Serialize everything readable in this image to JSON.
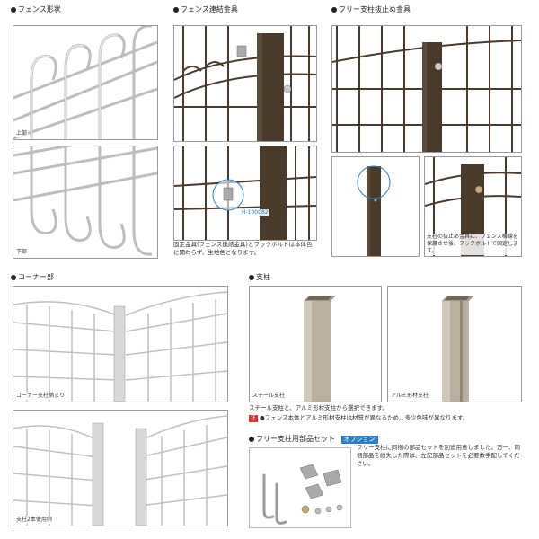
{
  "sections": {
    "fence_shape": {
      "title": "フェンス形状",
      "upper_label": "上部",
      "lower_label": "下部"
    },
    "fence_connector": {
      "title": "フェンス連結金具",
      "callout": "H-100082",
      "note": "固定金具(フェンス連結金具)とフックボルトは本体色に関わらず、生地色となります。"
    },
    "free_post_stopper": {
      "title": "フリー支柱抜止め金具",
      "note": "支柱の抜止め金具に、フェンス横線を保護させ後、フックボルトで固定します。"
    },
    "corner": {
      "title": "コーナー部",
      "label_top": "コーナー支柱納まり",
      "label_bottom": "支柱2本使用例"
    },
    "post": {
      "title": "支柱",
      "steel_label": "スチール支柱",
      "alu_label": "アルミ形材支柱",
      "note_line1": "スチール支柱と、アルミ形材支柱から選択できます。",
      "warn_badge": "注",
      "note_line2": "●フェンス本体とアルミ形材支柱は材質が異なるため、多少色味が異なります。"
    },
    "parts_set": {
      "title": "フリー支柱用部品セット",
      "option_badge": "オプション",
      "note": "フリー支柱に同梱の部品セットを別途用意しました。万一、同梱部品を紛失した際は、左記部品セットを必要数手配してください。"
    }
  },
  "colors": {
    "fence_brown": "#4a3a2c",
    "fence_silver": "#c8c8c8",
    "post_beige": "#b9b09f",
    "accent_blue": "#2a7fc4"
  }
}
